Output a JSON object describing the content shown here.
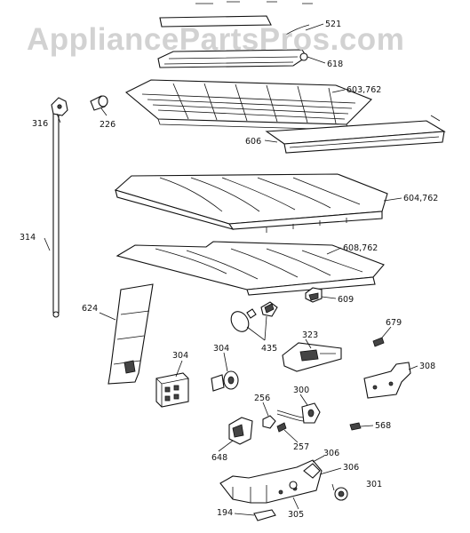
{
  "watermark": "AppliancePartsPros.com",
  "labels": {
    "p521": "521",
    "p618": "618",
    "p603": "603,762",
    "p606": "606",
    "p604": "604,762",
    "p608": "608,762",
    "p316": "316",
    "p226": "226",
    "p314": "314",
    "p624": "624",
    "p609": "609",
    "p435": "435",
    "p323": "323",
    "p679": "679",
    "p308": "308",
    "p304a": "304",
    "p304b": "304",
    "p256": "256",
    "p300": "300",
    "p257": "257",
    "p568": "568",
    "p648": "648",
    "p306a": "306",
    "p306b": "306",
    "p301": "301",
    "p194": "194",
    "p305": "305"
  }
}
